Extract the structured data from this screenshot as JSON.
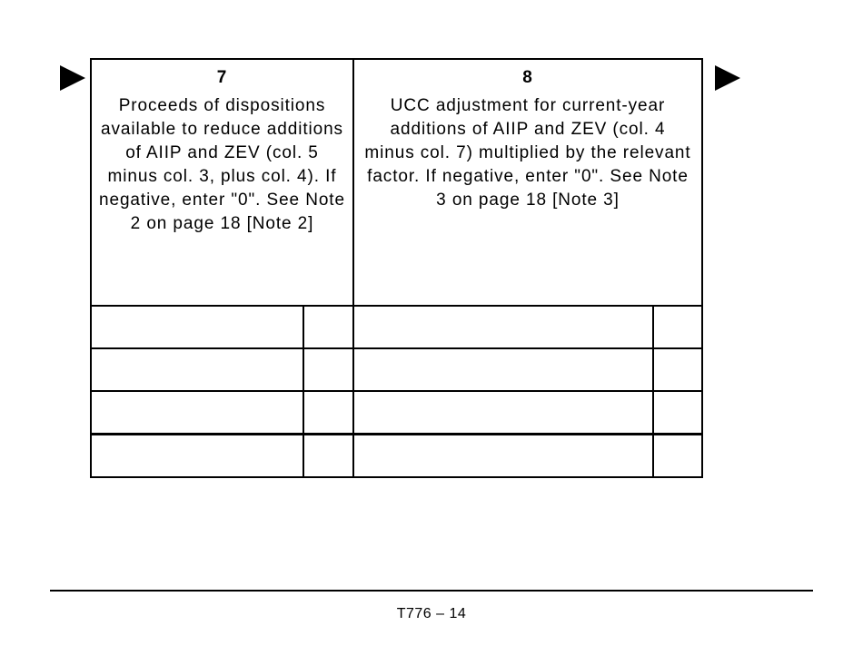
{
  "columns": [
    {
      "number": "7",
      "description": "Proceeds of dispositions available to reduce additions of AIIP and ZEV (col. 5 minus col. 3, plus col. 4). If negative, enter \"0\". See Note 2 on page 18 [Note 2]"
    },
    {
      "number": "8",
      "description": "UCC adjustment for current-year additions of AIIP and ZEV (col. 4 minus col. 7) multiplied by the relevant factor. If negative, enter \"0\". See Note 3 on page 18 [Note 3]"
    }
  ],
  "rows": [
    {
      "col7_dollars": "",
      "col7_cents": "",
      "col8_dollars": "",
      "col8_cents": ""
    },
    {
      "col7_dollars": "",
      "col7_cents": "",
      "col8_dollars": "",
      "col8_cents": ""
    },
    {
      "col7_dollars": "",
      "col7_cents": "",
      "col8_dollars": "",
      "col8_cents": ""
    },
    {
      "col7_dollars": "",
      "col7_cents": "",
      "col8_dollars": "",
      "col8_cents": ""
    }
  ],
  "footer": {
    "page_label": "T776 – 14"
  }
}
